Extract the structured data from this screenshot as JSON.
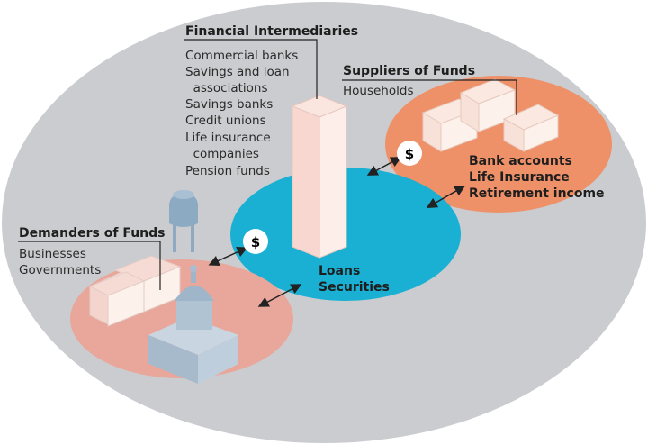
{
  "intermediaries": {
    "title": "Financial Intermediaries",
    "items": [
      "Commercial banks",
      "Savings and loan\n  associations",
      "Savings banks",
      "Credit unions",
      "Life insurance\n  companies",
      "Pension funds"
    ],
    "products": [
      "Loans",
      "Securities"
    ]
  },
  "suppliers": {
    "title": "Suppliers of Funds",
    "items": [
      "Households"
    ],
    "products": [
      "Bank accounts",
      "Life Insurance",
      "Retirement income"
    ]
  },
  "demanders": {
    "title": "Demanders of Funds",
    "items": [
      "Businesses",
      "Governments"
    ]
  },
  "money_symbol": "$",
  "colors": {
    "background_oval": "#cbcccf",
    "intermediaries_zone": "#1ab0d3",
    "suppliers_zone": "#ee9068",
    "demanders_zone": "#e8a79a"
  }
}
